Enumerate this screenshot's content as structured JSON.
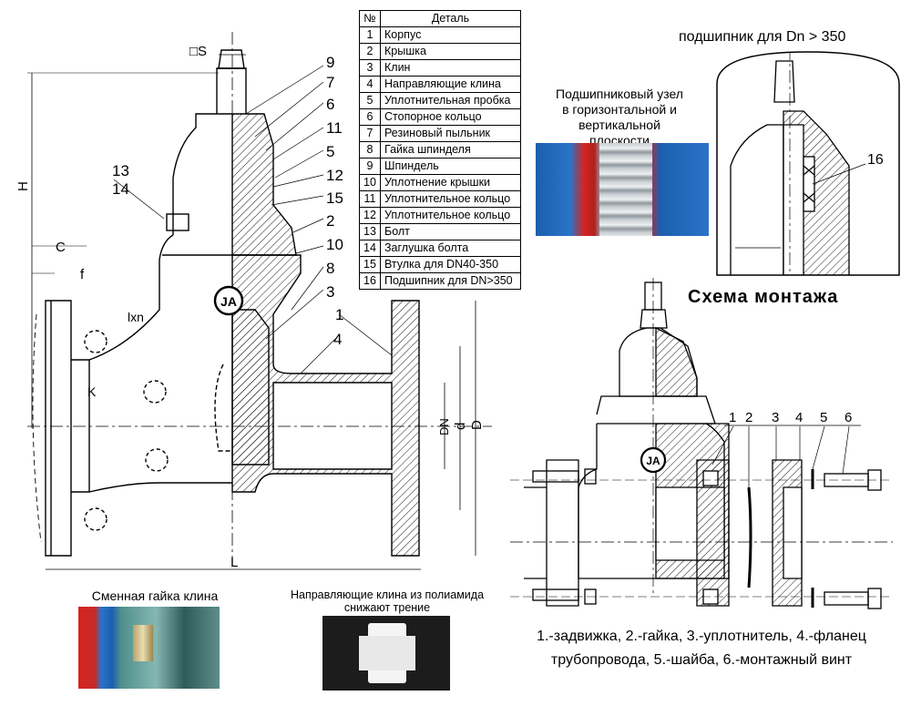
{
  "parts_table": {
    "header_num": "№",
    "header_part": "Деталь",
    "rows": [
      {
        "n": "1",
        "name": "Корпус"
      },
      {
        "n": "2",
        "name": "Крышка"
      },
      {
        "n": "3",
        "name": "Клин"
      },
      {
        "n": "4",
        "name": "Направляющие клина"
      },
      {
        "n": "5",
        "name": "Уплотнительная пробка"
      },
      {
        "n": "6",
        "name": "Стопорное кольцо"
      },
      {
        "n": "7",
        "name": "Резиновый пыльник"
      },
      {
        "n": "8",
        "name": "Гайка шпинделя"
      },
      {
        "n": "9",
        "name": "Шпиндель"
      },
      {
        "n": "10",
        "name": "Уплотнение крышки"
      },
      {
        "n": "11",
        "name": "Уплотнительное кольцо"
      },
      {
        "n": "12",
        "name": "Уплотнительное кольцо"
      },
      {
        "n": "13",
        "name": "Болт"
      },
      {
        "n": "14",
        "name": "Заглушка болта"
      },
      {
        "n": "15",
        "name": "Втулка для DN40-350"
      },
      {
        "n": "16",
        "name": "Подшипник для DN>350"
      }
    ]
  },
  "bearing_title": "подшипник для Dn > 350",
  "bearing_caption": [
    "Подшипниковый узел",
    "в горизонтальной и",
    "вертикальной",
    "плоскости"
  ],
  "mount_title": "Схема монтажа",
  "mount_caption": [
    "1.-задвижка, 2.-гайка, 3.-уплотнитель, 4.-фланец",
    "трубопровода, 5.-шайба, 6.-монтажный винт"
  ],
  "wedge_nut_caption": "Сменная гайка клина",
  "guides_caption": [
    "Направляющие клина из полиамида",
    "снижают трение"
  ],
  "dims": {
    "os": "□S",
    "h": "H",
    "c": "C",
    "f": "f",
    "lxn": "lxn",
    "k": "K",
    "l": "L",
    "dn": "DN",
    "d_small": "d",
    "d_big": "D"
  },
  "callouts_main": [
    "9",
    "7",
    "6",
    "11",
    "5",
    "12",
    "15",
    "2",
    "10",
    "8",
    "3",
    "1",
    "4",
    "13",
    "14"
  ],
  "callout_bearing": "16",
  "callouts_mount": [
    "1",
    "2",
    "3",
    "4",
    "5",
    "6"
  ],
  "logo_letters": "JA"
}
